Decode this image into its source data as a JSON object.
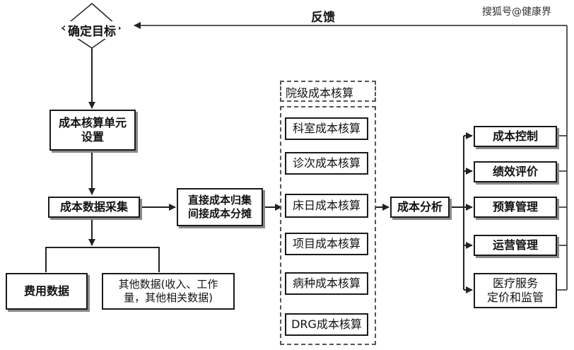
{
  "feedback_label": "反馈",
  "watermark": "搜狐号@健康界",
  "goal": "确定目标",
  "unit_setup": [
    "成本核算单元",
    "设置"
  ],
  "data_collection": "成本数据采集",
  "allocation": [
    "直接成本归集",
    "间接成本分摊"
  ],
  "expense_data": "费用数据",
  "other_data": [
    "其他数据(收入、工作",
    "量，其他相关数据)"
  ],
  "accounting_levels": {
    "header": "院级成本核算",
    "items": [
      "科室成本核算",
      "诊次成本核算",
      "床日成本核算",
      "项目成本核算",
      "病种成本核算",
      "DRG成本核算"
    ]
  },
  "analysis": "成本分析",
  "applications": [
    {
      "lines": [
        "成本控制"
      ]
    },
    {
      "lines": [
        "绩效评价"
      ]
    },
    {
      "lines": [
        "预算管理"
      ]
    },
    {
      "lines": [
        "运营管理"
      ]
    },
    {
      "lines": [
        "医疗服务",
        "定价和监管"
      ]
    }
  ]
}
